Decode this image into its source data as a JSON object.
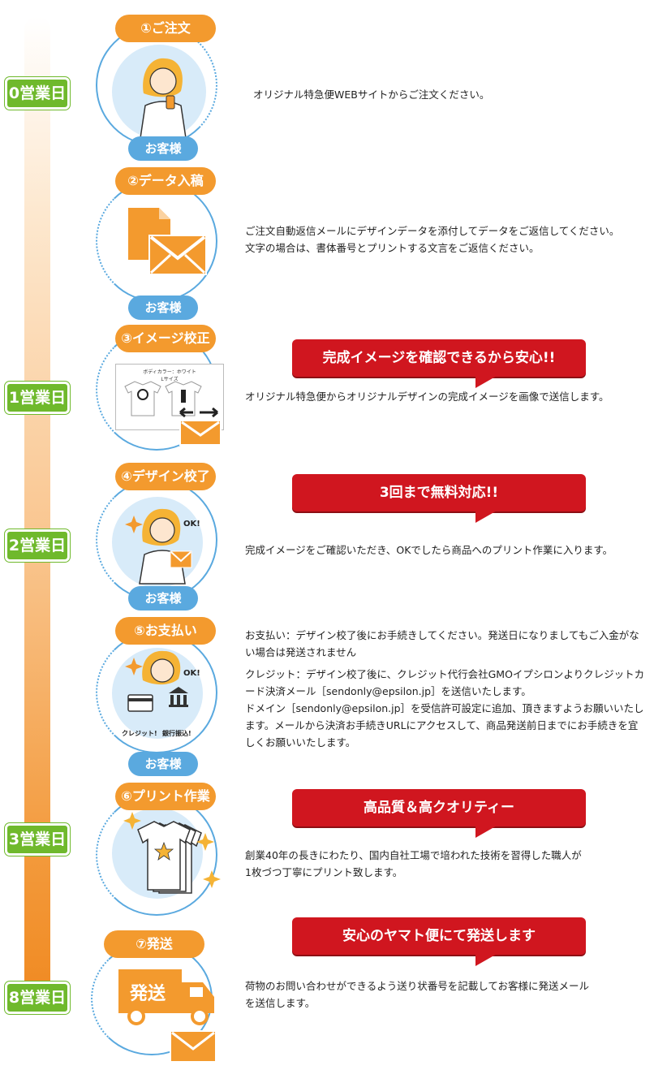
{
  "days": {
    "day0": "0営業日",
    "day1": "1営業日",
    "day2": "2営業日",
    "day3": "3営業日",
    "day8": "8営業日"
  },
  "steps": [
    {
      "title": "①ご注文",
      "who": "お客様",
      "desc": [
        "オリジナル特急便WEBサイトからご注文ください。"
      ]
    },
    {
      "title": "②データ入稿",
      "who": "お客様",
      "desc": [
        "ご注文自動返信メールにデザインデータを添付してデータをご返信してください。",
        "文字の場合は、書体番号とプリントする文言をご返信ください。"
      ]
    },
    {
      "title": "③イメージ校正",
      "callout": "完成イメージを確認できるから安心!!",
      "desc": [
        "オリジナル特急便からオリジナルデザインの完成イメージを画像で送信します。"
      ],
      "image_text": [
        "ボディカラー：ホワイト",
        "Lサイズ"
      ]
    },
    {
      "title": "④デザイン校了",
      "who": "お客様",
      "callout": "3回まで無料対応!!",
      "desc": [
        "完成イメージをご確認いただき、OKでしたら商品へのプリント作業に入ります。"
      ],
      "ok_label": "OK!"
    },
    {
      "title": "⑤お支払い",
      "who": "お客様",
      "ok_label": "OK!",
      "card_label": "クレジット!",
      "bank_label": "銀行振込!",
      "desc": [
        "お支払い：デザイン校了後にお手続きしてください。発送日になりましてもご入金がない場合は発送されません",
        "クレジット：デザイン校了後に、クレジット代行会社GMOイプシロンよりクレジットカード決済メール［sendonly@epsilon.jp］を送信いたします。",
        "ドメイン［sendonly@epsilon.jp］を受信許可設定に追加、頂きますようお願いいたします。メールから決済お手続きURLにアクセスして、商品発送前日までにお手続きを宜しくお願いいたします。"
      ]
    },
    {
      "title": "⑥プリント作業",
      "callout": "高品質＆高クオリティー",
      "desc": [
        "創業40年の長きにわたり、国内自社工場で培われた技術を習得した職人が",
        "1枚づつ丁寧にプリント致します。"
      ]
    },
    {
      "title": "⑦発送",
      "callout": "安心のヤマト便にて発送します",
      "truck_label": "発送",
      "desc": [
        "荷物のお問い合わせができるよう送り状番号を記載してお客様に発送メール",
        "を送信します。"
      ]
    }
  ],
  "colors": {
    "orange": "#f39a2e",
    "blue": "#5aa9df",
    "green": "#6fb92c",
    "red": "#d0161f",
    "light_blue": "#d8ebf9"
  }
}
